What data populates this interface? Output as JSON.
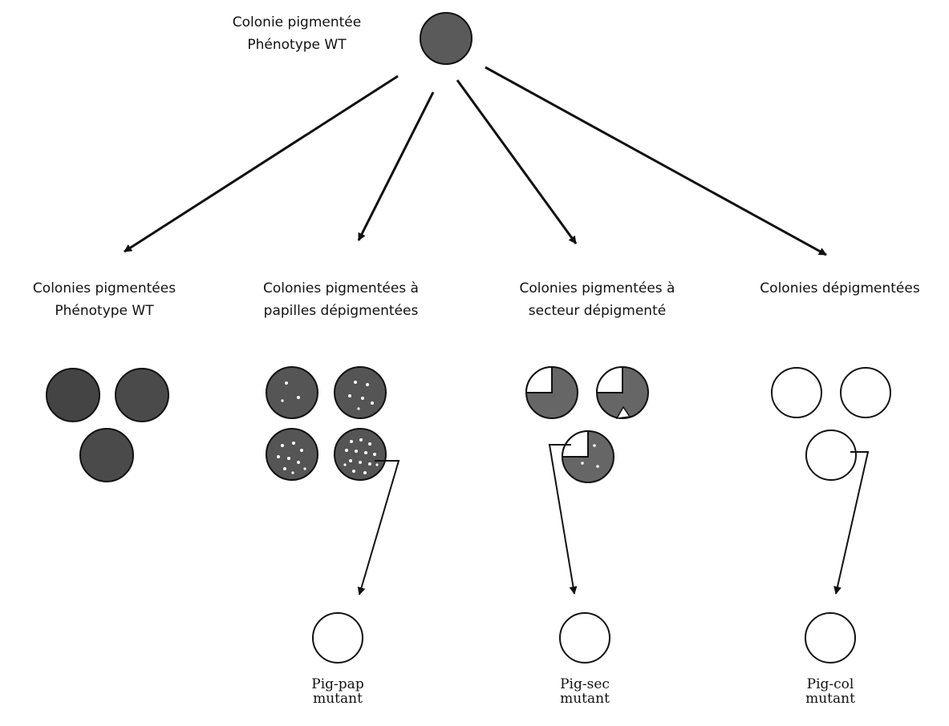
{
  "colors": {
    "pigmented": "#5a5a5a",
    "pigmented_dark": "#3f3f3f",
    "depigmented": "#ffffff",
    "line": "#111111"
  },
  "top": {
    "line1": "Colonie pigmentée",
    "line2": "Phénotype WT"
  },
  "columns": [
    {
      "line1": "Colonies pigmentées",
      "line2": "Phénotype WT"
    },
    {
      "line1": "Colonies pigmentées à",
      "line2": "papilles dépigmentées"
    },
    {
      "line1": "Colonies pigmentées à",
      "line2": "secteur dépigmenté"
    },
    {
      "line1": "Colonies dépigmentées",
      "line2": ""
    }
  ],
  "mutants": [
    {
      "name": "Pig-pap",
      "suffix": "mutant"
    },
    {
      "name": "Pig-sec",
      "suffix": "mutant"
    },
    {
      "name": "Pig-col",
      "suffix": "mutant"
    }
  ]
}
